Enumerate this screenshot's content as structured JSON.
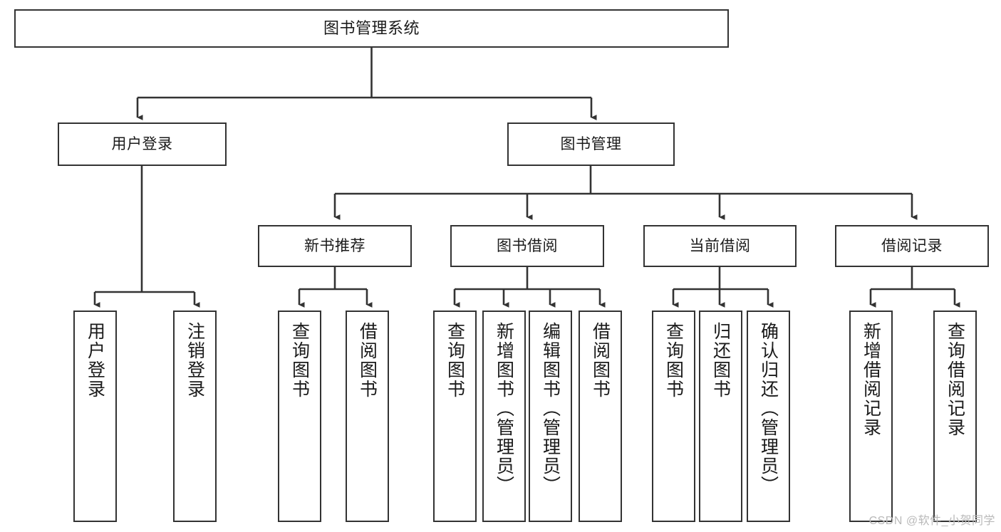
{
  "diagram": {
    "title": "图书管理系统",
    "type": "tree-hierarchy-diagram",
    "watermark": "CSDN @软件_小贺同学",
    "colors": {
      "stroke": "#333333",
      "fill": "#ffffff",
      "text": "#1a1a1a",
      "watermark": "#b9b9b9"
    },
    "nodes": {
      "root": {
        "label": "图书管理系统"
      },
      "level2": [
        {
          "label": "用户登录"
        },
        {
          "label": "图书管理"
        }
      ],
      "level3": [
        {
          "label": "新书推荐"
        },
        {
          "label": "图书借阅"
        },
        {
          "label": "当前借阅"
        },
        {
          "label": "借阅记录"
        }
      ],
      "leaves": {
        "user_login": [
          {
            "label": "用户登录"
          },
          {
            "label": "注销登录"
          }
        ],
        "new_book_recommend": [
          {
            "label": "查询图书"
          },
          {
            "label": "借阅图书"
          }
        ],
        "book_borrow": [
          {
            "label": "查询图书"
          },
          {
            "label": "新增图书（管理员）"
          },
          {
            "label": "编辑图书（管理员）"
          },
          {
            "label": "借阅图书"
          }
        ],
        "current_borrow": [
          {
            "label": "查询图书"
          },
          {
            "label": "归还图书"
          },
          {
            "label": "确认归还（管理员）"
          }
        ],
        "borrow_record": [
          {
            "label": "新增借阅记录"
          },
          {
            "label": "查询借阅记录"
          }
        ]
      }
    }
  }
}
